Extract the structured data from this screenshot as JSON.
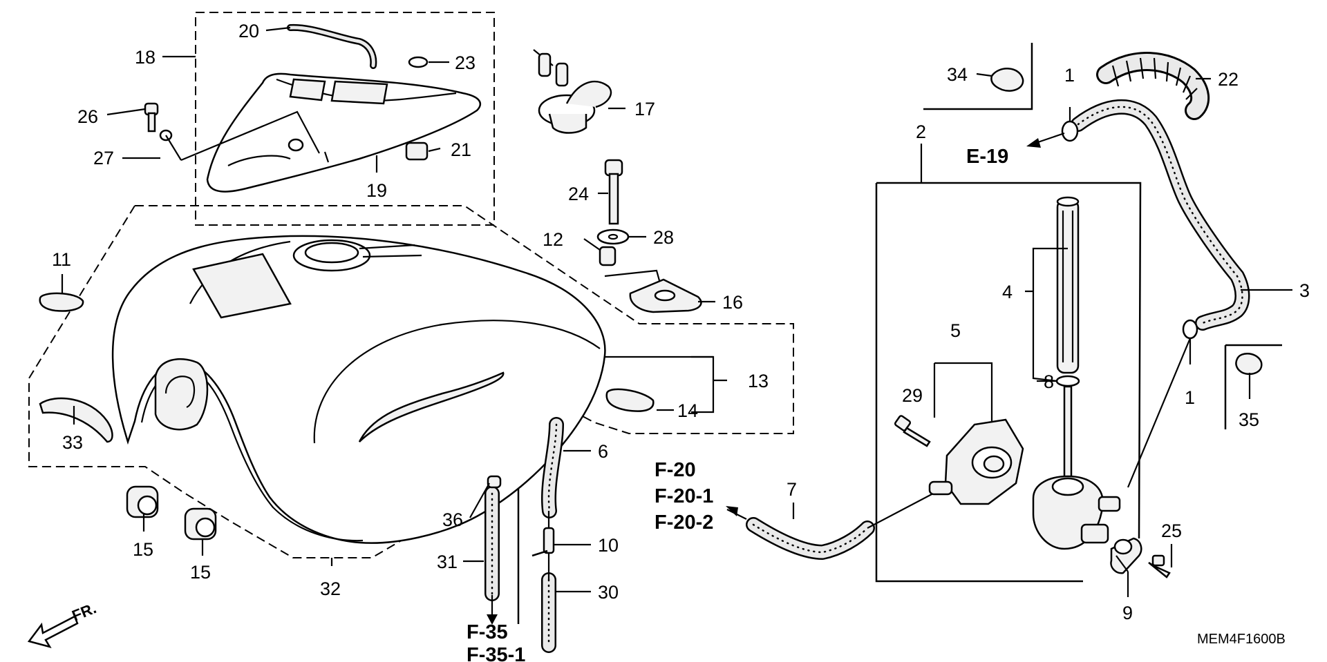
{
  "diagram": {
    "labels": [
      {
        "id": "20",
        "text": "20"
      },
      {
        "id": "23",
        "text": "23"
      },
      {
        "id": "18",
        "text": "18"
      },
      {
        "id": "26",
        "text": "26"
      },
      {
        "id": "27",
        "text": "27"
      },
      {
        "id": "19",
        "text": "19"
      },
      {
        "id": "21",
        "text": "21"
      },
      {
        "id": "17",
        "text": "17"
      },
      {
        "id": "24",
        "text": "24"
      },
      {
        "id": "28",
        "text": "28"
      },
      {
        "id": "12",
        "text": "12"
      },
      {
        "id": "16",
        "text": "16"
      },
      {
        "id": "11",
        "text": "11"
      },
      {
        "id": "13",
        "text": "13"
      },
      {
        "id": "14",
        "text": "14"
      },
      {
        "id": "33",
        "text": "33"
      },
      {
        "id": "6",
        "text": "6"
      },
      {
        "id": "15a",
        "text": "15"
      },
      {
        "id": "15b",
        "text": "15"
      },
      {
        "id": "36",
        "text": "36"
      },
      {
        "id": "31",
        "text": "31"
      },
      {
        "id": "10",
        "text": "10"
      },
      {
        "id": "30",
        "text": "30"
      },
      {
        "id": "32",
        "text": "32"
      },
      {
        "id": "34",
        "text": "34"
      },
      {
        "id": "1a",
        "text": "1"
      },
      {
        "id": "22",
        "text": "22"
      },
      {
        "id": "2",
        "text": "2"
      },
      {
        "id": "3",
        "text": "3"
      },
      {
        "id": "4",
        "text": "4"
      },
      {
        "id": "5",
        "text": "5"
      },
      {
        "id": "29",
        "text": "29"
      },
      {
        "id": "8",
        "text": "8"
      },
      {
        "id": "1b",
        "text": "1"
      },
      {
        "id": "35",
        "text": "35"
      },
      {
        "id": "7",
        "text": "7"
      },
      {
        "id": "25",
        "text": "25"
      },
      {
        "id": "9",
        "text": "9"
      }
    ],
    "references": {
      "e19": "E-19",
      "f20": "F-20",
      "f20_1": "F-20-1",
      "f20_2": "F-20-2",
      "f35": "F-35",
      "f35_1": "F-35-1"
    },
    "direction": "FR.",
    "drawing_code": "MEM4F1600B"
  }
}
